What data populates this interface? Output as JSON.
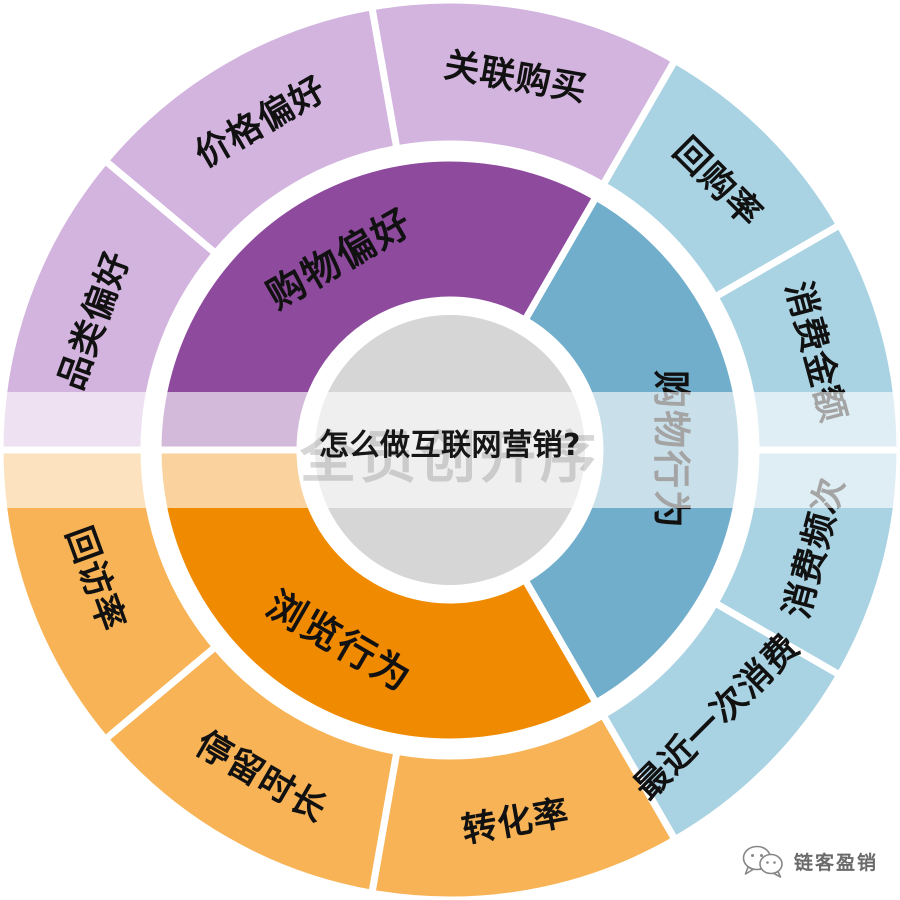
{
  "headline": "怎么做互联网营销?",
  "watermark": "全员创开序",
  "brand": {
    "name": "链客盈销",
    "logo_icon": "wechat-chat-bubbles-icon"
  },
  "colors": {
    "outer_purple": "#D2B4DE",
    "inner_purple": "#8E4B9E",
    "outer_blue": "#A9D3E3",
    "inner_blue": "#71AECB",
    "outer_orange": "#F7B355",
    "inner_orange": "#F08A00",
    "hub": "#D6D6D6",
    "separator": "#FFFFFF",
    "label_text": "#111111",
    "headline_text": "#161616",
    "band_overlay": "rgba(255,255,255,0.62)"
  },
  "chart_data": {
    "type": "pie",
    "title": "怎么做互联网营销?",
    "subtype": "sunburst",
    "rings": [
      "inner",
      "outer"
    ],
    "center_label": "",
    "legend": "none",
    "groups": [
      {
        "id": "shopping-preference",
        "inner_label": "购物偏好",
        "color": "#8E4B9E",
        "outer_color": "#D2B4DE",
        "start_angle": 180,
        "end_angle": 300,
        "children": [
          {
            "label": "品类偏好",
            "start_angle": 180,
            "end_angle": 220
          },
          {
            "label": "价格偏好",
            "start_angle": 220,
            "end_angle": 260
          },
          {
            "label": "关联购买",
            "start_angle": 260,
            "end_angle": 300
          }
        ]
      },
      {
        "id": "shopping-behavior",
        "inner_label": "购物行为",
        "color": "#71AECB",
        "outer_color": "#A9D3E3",
        "start_angle": 300,
        "end_angle": 60,
        "children": [
          {
            "label": "回购率",
            "start_angle": 300,
            "end_angle": 330
          },
          {
            "label": "消费金额",
            "start_angle": 330,
            "end_angle": 360
          },
          {
            "label": "消费频次",
            "start_angle": 0,
            "end_angle": 30
          },
          {
            "label": "最近一次消费",
            "start_angle": 30,
            "end_angle": 60
          }
        ]
      },
      {
        "id": "browsing-behavior",
        "inner_label": "浏览行为",
        "color": "#F08A00",
        "outer_color": "#F7B355",
        "start_angle": 60,
        "end_angle": 180,
        "children": [
          {
            "label": "转化率",
            "start_angle": 60,
            "end_angle": 100
          },
          {
            "label": "停留时长",
            "start_angle": 100,
            "end_angle": 140
          },
          {
            "label": "回访率",
            "start_angle": 140,
            "end_angle": 180
          }
        ]
      }
    ]
  }
}
